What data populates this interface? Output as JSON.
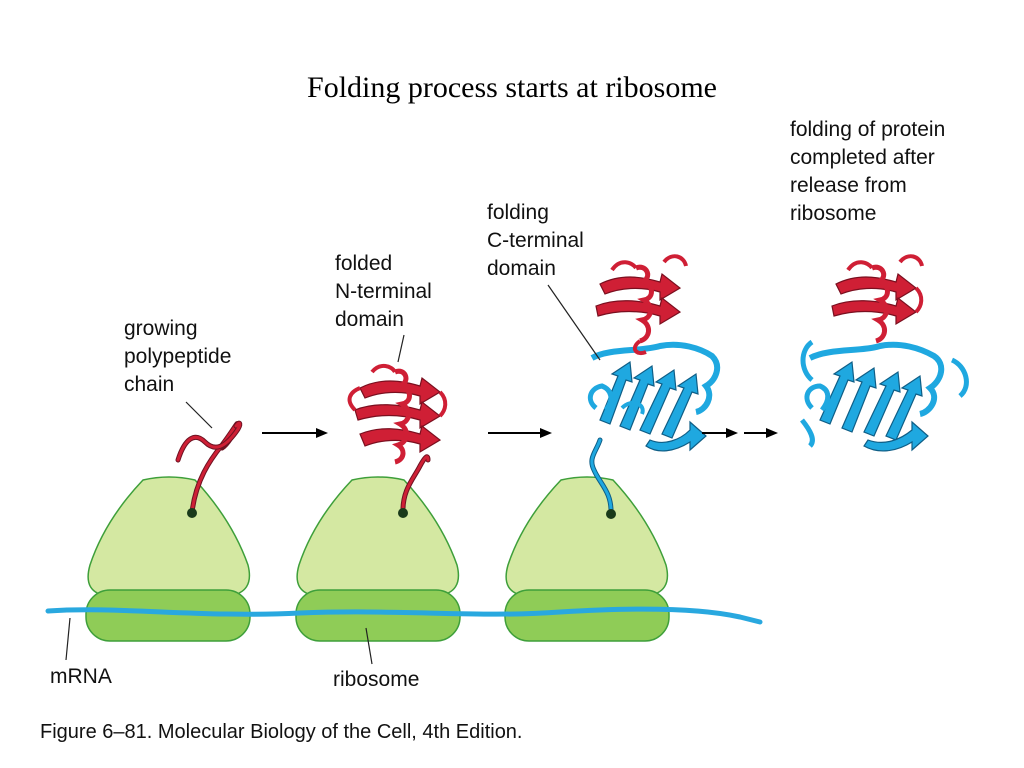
{
  "title": "Folding process starts at ribosome",
  "labels": {
    "growing_polypeptide": [
      "growing",
      "polypeptide",
      "chain"
    ],
    "folded_n_terminal": [
      "folded",
      "N-terminal",
      "domain"
    ],
    "folding_c_terminal": [
      "folding",
      "C-terminal",
      "domain"
    ],
    "folding_completed": [
      "folding of protein",
      "completed after",
      "release from",
      "ribosome"
    ],
    "mrna": "mRNA",
    "ribosome": "ribosome"
  },
  "caption": "Figure 6–81. Molecular Biology of the Cell, 4th Edition.",
  "colors": {
    "ribosome_large": "#d4e8a2",
    "ribosome_small": "#8fcc57",
    "ribosome_outline": "#3e9f3a",
    "mrna": "#29a8df",
    "n_domain": "#cf1f35",
    "c_domain": "#1fa8e0",
    "arrow": "#000000"
  }
}
